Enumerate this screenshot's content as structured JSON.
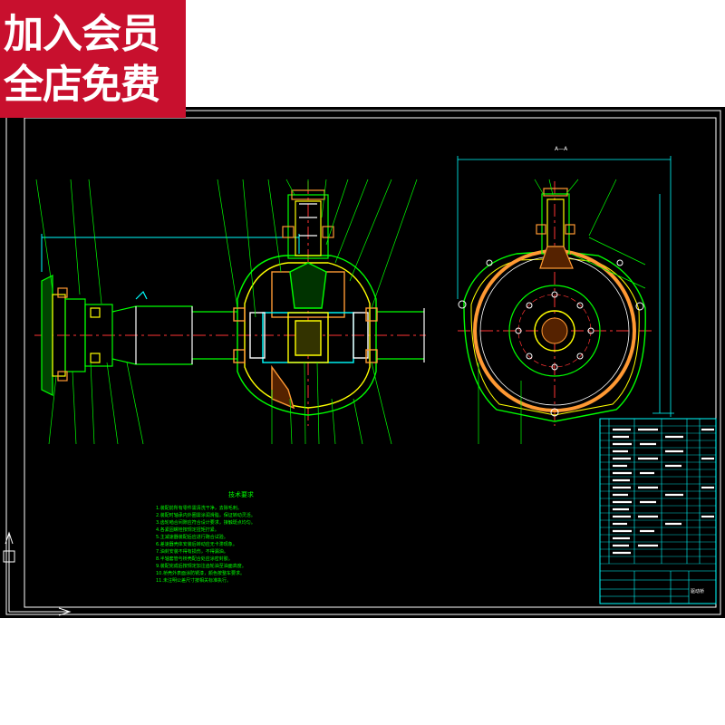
{
  "banner": {
    "line1": "加入会员",
    "line2": "全店免费"
  },
  "drawing": {
    "section_label": "A—A",
    "tech_title": "技术要求",
    "tech_lines": [
      "1.装配前所有零件需清洗干净，去除毛刺。",
      "2.装配时轴承内外圈需涂润滑脂，保证转动灵活。",
      "3.齿轮啮合间隙应符合设计要求，接触斑点均匀。",
      "4.各紧固螺栓按规定扭矩拧紧。",
      "5.主减速器装配后应进行跑合试验。",
      "6.差速器壳体安装后转动应无卡滞现象。",
      "7.油封安装不得有损伤，不得漏油。",
      "8.半轴套管与桥壳配合处应涂密封胶。",
      "9.装配完成后按规定加注齿轮油至油面高度。",
      "10.桥壳外表面涂防锈漆，颜色按整车要求。",
      "11.未注明公差尺寸按相关标准执行。"
    ],
    "title_block_name": "驱动桥"
  },
  "colors": {
    "background": "#000000",
    "frame": "#ffffff",
    "section": "#ffff00",
    "outline": "#00ff00",
    "center": "#ff3333",
    "dim": "#00ffff",
    "hatch": "#ff9933",
    "text": "#00ff00",
    "banner": "#c8102e"
  }
}
